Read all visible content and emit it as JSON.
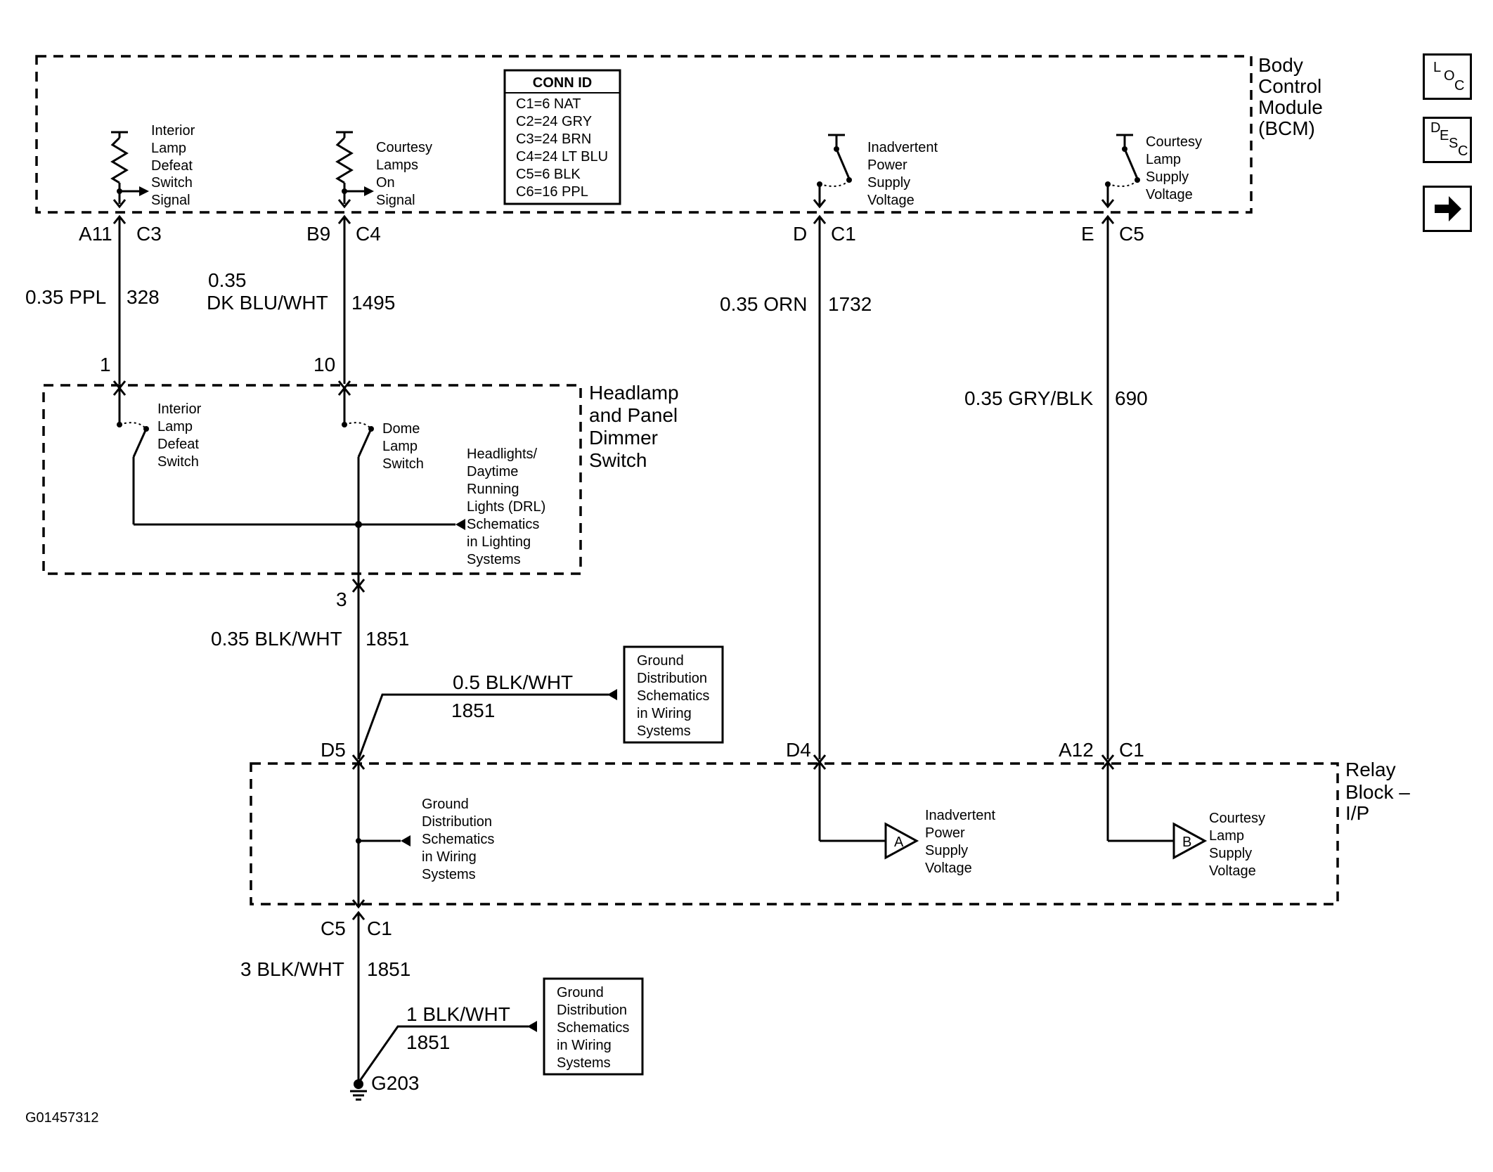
{
  "nav": {
    "loc": [
      "L",
      "O",
      "C"
    ],
    "desc": [
      "D",
      "E",
      "S",
      "C"
    ]
  },
  "modules": {
    "bcm": [
      "Body",
      "Control",
      "Module",
      "(BCM)"
    ],
    "headlamp": [
      "Headlamp",
      "and Panel",
      "Dimmer",
      "Switch"
    ],
    "relay": [
      "Relay",
      "Block –",
      "I/P"
    ]
  },
  "conn_id": {
    "title": "CONN ID",
    "rows": [
      "C1=6 NAT",
      "C2=24 GRY",
      "C3=24 BRN",
      "C4=24 LT BLU",
      "C5=6 BLK",
      "C6=16 PPL"
    ]
  },
  "bcm_circuits": {
    "defeat_signal": [
      "Interior",
      "Lamp",
      "Defeat",
      "Switch",
      "Signal"
    ],
    "courtesy_on": [
      "Courtesy",
      "Lamps",
      "On",
      "Signal"
    ],
    "inadvertent": [
      "Inadvertent",
      "Power",
      "Supply",
      "Voltage"
    ],
    "courtesy_supply": [
      "Courtesy",
      "Lamp",
      "Supply",
      "Voltage"
    ]
  },
  "headlamp_circuits": {
    "defeat_switch": [
      "Interior",
      "Lamp",
      "Defeat",
      "Switch"
    ],
    "dome_switch": [
      "Dome",
      "Lamp",
      "Switch"
    ],
    "headlights_ref": [
      "Headlights/",
      "Daytime",
      "Running",
      "Lights (DRL)",
      "Schematics",
      "in Lighting",
      "Systems"
    ]
  },
  "relay_circuits": {
    "ground_ref": [
      "Ground",
      "Distribution",
      "Schematics",
      "in Wiring",
      "Systems"
    ],
    "inadvertent": [
      "Inadvertent",
      "Power",
      "Supply",
      "Voltage"
    ],
    "courtesy_supply": [
      "Courtesy",
      "Lamp",
      "Supply",
      "Voltage"
    ],
    "flag_a": "A",
    "flag_b": "B"
  },
  "pins": {
    "a11": "A11",
    "c3": "C3",
    "b9": "B9",
    "c4": "C4",
    "d": "D",
    "c1_top": "C1",
    "e": "E",
    "c5_top": "C5",
    "pin1": "1",
    "pin10": "10",
    "pin3": "3",
    "d5": "D5",
    "d4": "D4",
    "a12": "A12",
    "c1_relay": "C1",
    "c5_bot": "C5",
    "c1_bot": "C1"
  },
  "wires": {
    "w328": {
      "color": "0.35 PPL",
      "circuit": "328"
    },
    "w1495": {
      "size": "0.35",
      "color": "DK BLU/WHT",
      "circuit": "1495"
    },
    "w1732": {
      "color": "0.35 ORN",
      "circuit": "1732"
    },
    "w690": {
      "color": "0.35 GRY/BLK",
      "circuit": "690"
    },
    "w1851a": {
      "color": "0.35 BLK/WHT",
      "circuit": "1851"
    },
    "w1851b": {
      "color": "0.5 BLK/WHT",
      "circuit": "1851"
    },
    "w1851c": {
      "color": "3 BLK/WHT",
      "circuit": "1851"
    },
    "w1851d": {
      "color": "1 BLK/WHT",
      "circuit": "1851"
    }
  },
  "ground_boxes": {
    "upper": [
      "Ground",
      "Distribution",
      "Schematics",
      "in Wiring",
      "Systems"
    ],
    "lower": [
      "Ground",
      "Distribution",
      "Schematics",
      "in Wiring",
      "Systems"
    ]
  },
  "ground": {
    "label": "G203"
  },
  "figure_id": "G01457312"
}
